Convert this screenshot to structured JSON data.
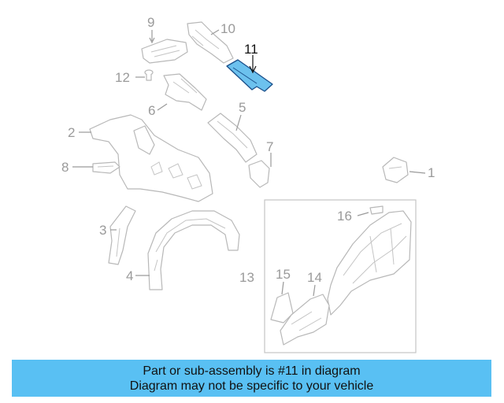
{
  "diagram": {
    "highlight_color": "#6cc1ee",
    "callouts": [
      {
        "id": "c1",
        "label": "1"
      },
      {
        "id": "c2",
        "label": "2"
      },
      {
        "id": "c3",
        "label": "3"
      },
      {
        "id": "c4",
        "label": "4"
      },
      {
        "id": "c5",
        "label": "5"
      },
      {
        "id": "c6",
        "label": "6"
      },
      {
        "id": "c7",
        "label": "7"
      },
      {
        "id": "c8",
        "label": "8"
      },
      {
        "id": "c9",
        "label": "9"
      },
      {
        "id": "c10",
        "label": "10"
      },
      {
        "id": "c11",
        "label": "11",
        "highlighted": true
      },
      {
        "id": "c12",
        "label": "12"
      },
      {
        "id": "c13",
        "label": "13"
      },
      {
        "id": "c14",
        "label": "14"
      },
      {
        "id": "c15",
        "label": "15"
      },
      {
        "id": "c16",
        "label": "16"
      }
    ]
  },
  "banner": {
    "background": "#59c0f3",
    "line1": "Part or sub-assembly is #11 in diagram",
    "line2": "Diagram may not be specific to your vehicle"
  }
}
